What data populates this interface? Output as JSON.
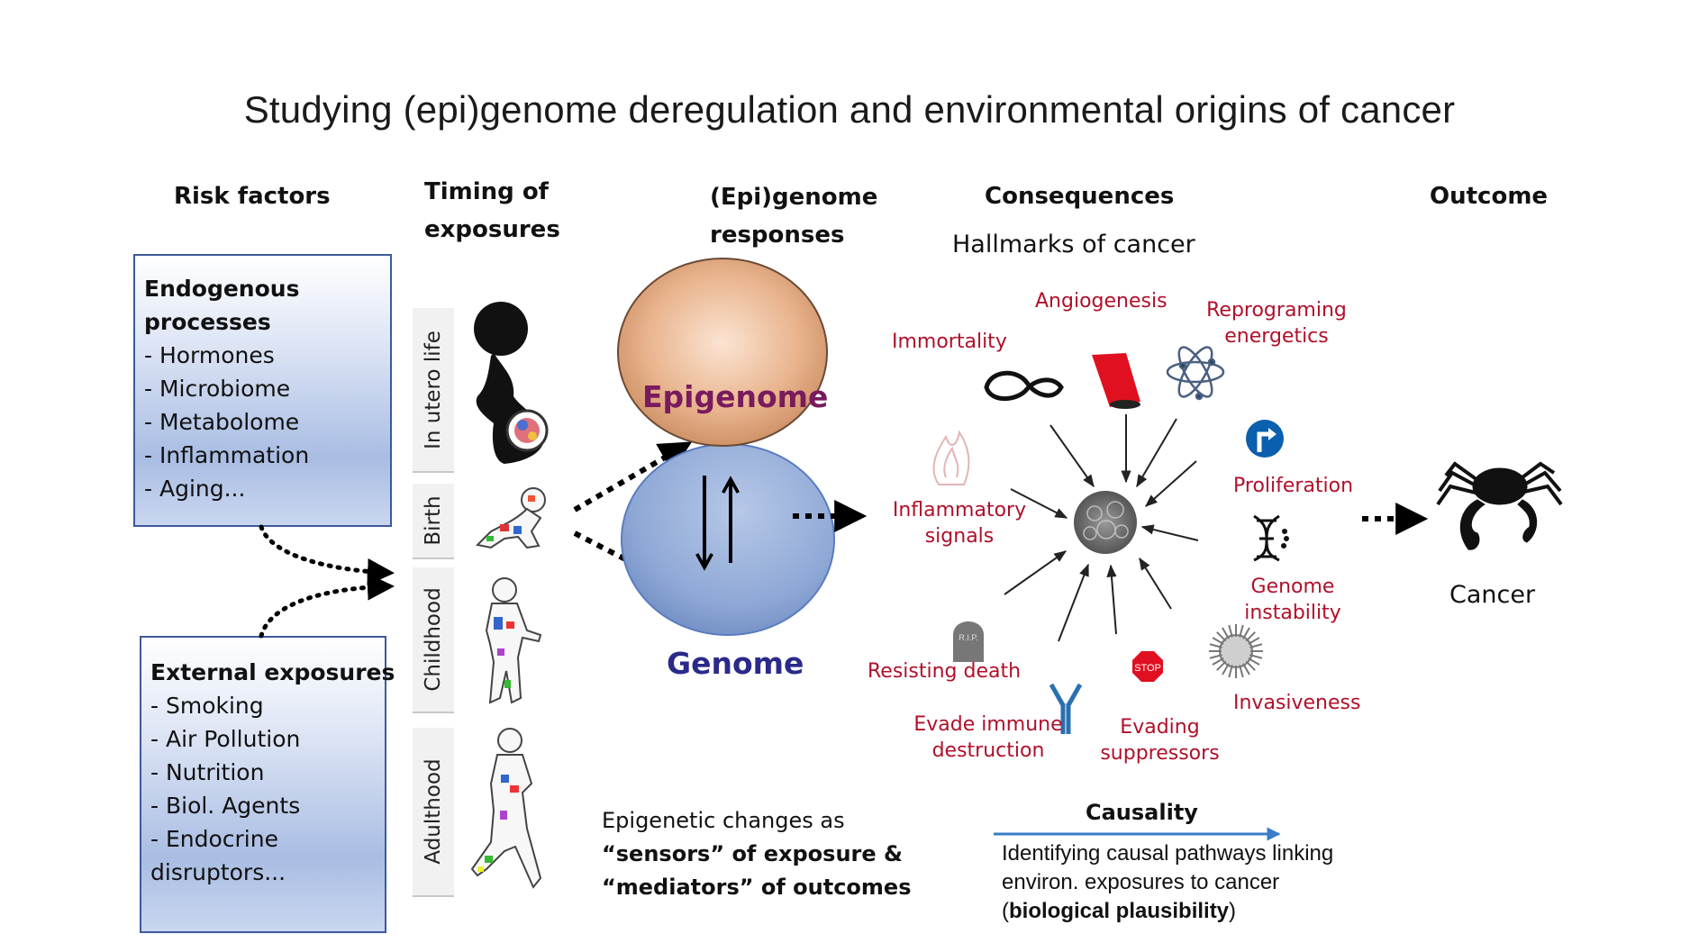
{
  "title": "Studying (epi)genome deregulation and environmental origins of cancer",
  "columns": {
    "risk_factors": "Risk factors",
    "timing_line1": "Timing of",
    "timing_line2": "exposures",
    "epi_line1": "(Epi)genome",
    "epi_line2": "responses",
    "consequences": "Consequences",
    "hallmarks": "Hallmarks of cancer",
    "outcome": "Outcome"
  },
  "endogenous": {
    "heading_line1": "Endogenous",
    "heading_line2": "processes",
    "items": [
      "- Hormones",
      "- Microbiome",
      "- Metabolome",
      "- Inflammation",
      "- Aging..."
    ]
  },
  "external": {
    "heading": "External exposures",
    "items": [
      "- Smoking",
      "- Air Pollution",
      "- Nutrition",
      "- Biol. Agents",
      "- Endocrine",
      "disruptors..."
    ]
  },
  "timing": {
    "stages": [
      {
        "label": "In utero life",
        "icon": "pregnant-woman-icon"
      },
      {
        "label": "Birth",
        "icon": "crawling-baby-icon"
      },
      {
        "label": "Childhood",
        "icon": "child-icon"
      },
      {
        "label": "Adulthood",
        "icon": "adult-walking-icon"
      }
    ]
  },
  "nodes": {
    "epigenome": "Epigenome",
    "genome": "Genome",
    "epigenome_color": "#7a1a5e",
    "genome_color": "#2a2a8a"
  },
  "hallmarks": {
    "color": "#b0102a",
    "items": [
      {
        "line1": "Immortality",
        "line2": "",
        "icon": "infinity-icon"
      },
      {
        "line1": "Angiogenesis",
        "line2": "",
        "icon": "blood-vessel-icon"
      },
      {
        "line1": "Reprograming",
        "line2": "energetics",
        "icon": "atom-icon"
      },
      {
        "line1": "Proliferation",
        "line2": "",
        "icon": "turn-right-sign-icon"
      },
      {
        "line1": "Genome",
        "line2": "instability",
        "icon": "dna-icon"
      },
      {
        "line1": "Invasiveness",
        "line2": "",
        "icon": "spiky-cell-icon"
      },
      {
        "line1": "Evading",
        "line2": "suppressors",
        "icon": "stop-sign-icon",
        "sign_text": "STOP"
      },
      {
        "line1": "Evade immune",
        "line2": "destruction",
        "icon": "antibody-icon"
      },
      {
        "line1": "Resisting death",
        "line2": "",
        "icon": "tombstone-icon",
        "sign_text": "R.I.P."
      },
      {
        "line1": "Inflammatory",
        "line2": "signals",
        "icon": "flame-icon"
      }
    ]
  },
  "outcome": {
    "label": "Cancer",
    "icon": "crab-icon"
  },
  "bottom_left": {
    "line1": "Epigenetic changes as",
    "line2": "“sensors” of exposure &",
    "line3": "“mediators” of outcomes"
  },
  "causality": {
    "label": "Causality",
    "line1": "Identifying causal pathways linking",
    "line2": "environ.  exposures to cancer",
    "line3_open": "(",
    "line3_bold": "biological plausibility",
    "line3_close": ")",
    "arrow_color": "#3a7cc8"
  }
}
